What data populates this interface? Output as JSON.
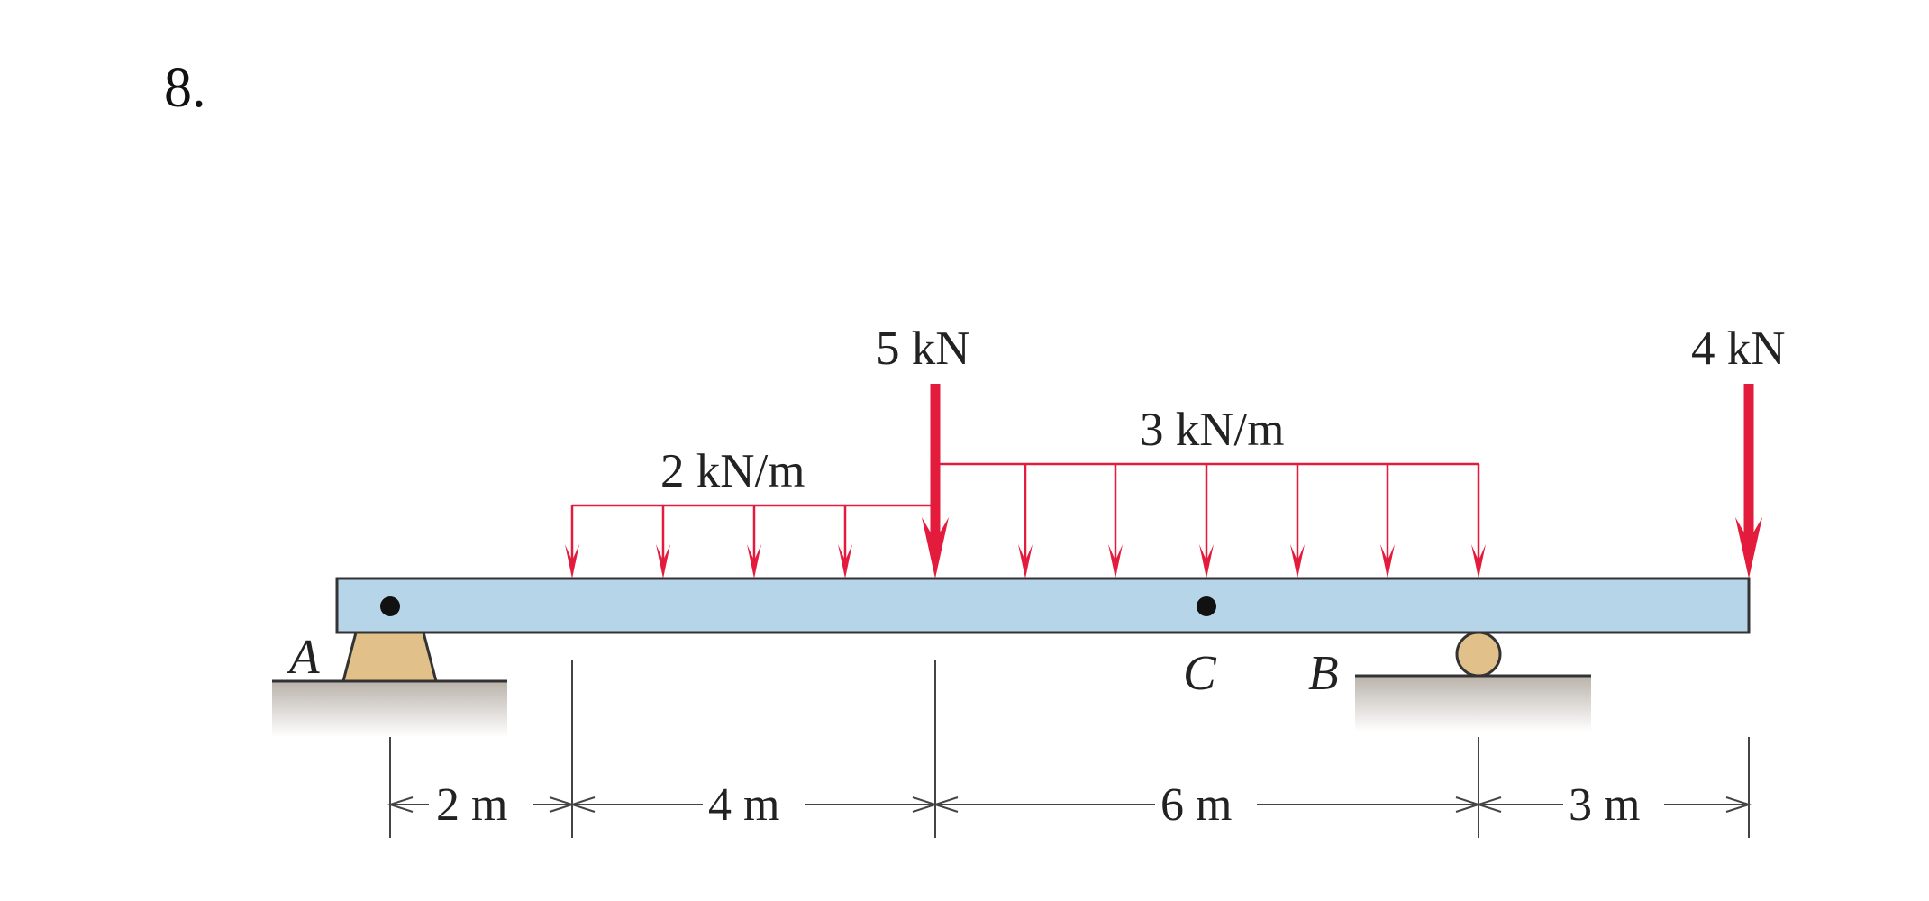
{
  "problem_number": "8.",
  "loads": {
    "point_load_1": "5 kN",
    "point_load_2": "4 kN",
    "distributed_load_1": "2 kN/m",
    "distributed_load_2": "3 kN/m"
  },
  "points": {
    "a": "A",
    "b": "B",
    "c": "C"
  },
  "dimensions": [
    "2 m",
    "4 m",
    "6 m",
    "3 m"
  ],
  "colors": {
    "beam_fill": "#b7d5e8",
    "beam_stroke": "#333333",
    "load": "#e31c3d",
    "pin_support": "#e2c08a",
    "roller": "#e2c08a",
    "ground": "#c9c3bc"
  }
}
